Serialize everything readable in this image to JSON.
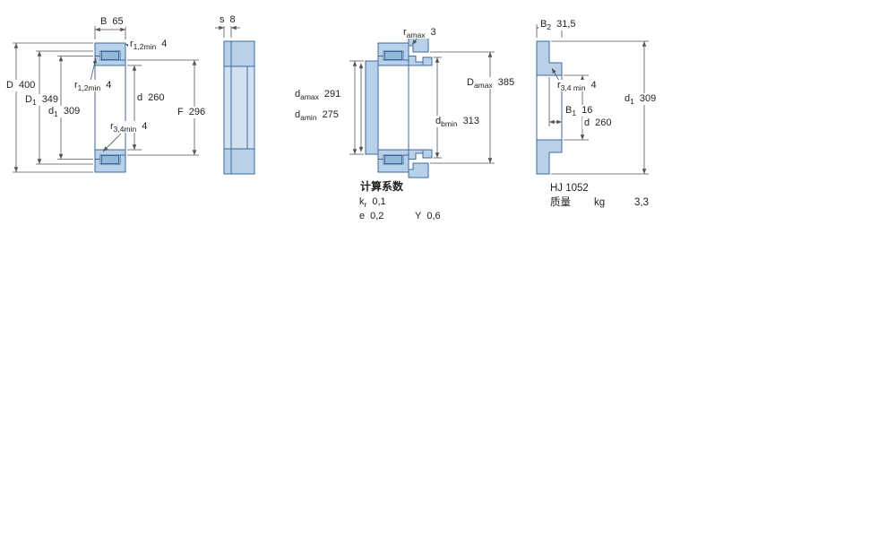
{
  "view_main": {
    "dim_B": {
      "sym": "B",
      "value": "65"
    },
    "dim_r12_top": {
      "sym": "r",
      "sub": "1,2min",
      "value": "4"
    },
    "dim_D": {
      "sym": "D",
      "value": "400"
    },
    "dim_D1": {
      "sym": "D",
      "sub": "1",
      "value": "349"
    },
    "dim_d1": {
      "sym": "d",
      "sub": "1",
      "value": "309"
    },
    "dim_r12_inner": {
      "sym": "r",
      "sub": "1,2min",
      "value": "4"
    },
    "dim_d": {
      "sym": "d",
      "value": "260"
    },
    "dim_r34": {
      "sym": "r",
      "sub": "3,4min",
      "value": "4"
    },
    "dim_F": {
      "sym": "F",
      "value": "296"
    }
  },
  "view_side": {
    "dim_s": {
      "sym": "s",
      "value": "8"
    }
  },
  "view_mounting": {
    "dim_ra": {
      "sym": "r",
      "sub": "amax",
      "value": "3"
    },
    "dim_damax": {
      "sym": "d",
      "sub": "amax",
      "value": "291"
    },
    "dim_damin": {
      "sym": "d",
      "sub": "amin",
      "value": "275"
    },
    "dim_Damax": {
      "sym": "D",
      "sub": "amax",
      "value": "385"
    },
    "dim_dbmin": {
      "sym": "d",
      "sub": "bmin",
      "value": "313"
    }
  },
  "view_hj_ring": {
    "dim_B2": {
      "sym": "B",
      "sub": "2",
      "value": "31,5"
    },
    "dim_r34": {
      "sym": "r",
      "sub": "3,4 min",
      "value": "4"
    },
    "dim_d1": {
      "sym": "d",
      "sub": "1",
      "value": "309"
    },
    "dim_B1": {
      "sym": "B",
      "sub": "1",
      "value": "16"
    },
    "dim_d": {
      "sym": "d",
      "value": "260"
    }
  },
  "calc": {
    "title": "计算系数",
    "kr": {
      "sym": "k",
      "sub": "r",
      "value": "0,1"
    },
    "e": {
      "sym": "e",
      "value": "0,2"
    },
    "Y": {
      "sym": "Y",
      "value": "0,6"
    }
  },
  "hj_info": {
    "designation": "HJ 1052",
    "mass_label": "质量",
    "mass_unit": "kg",
    "mass_value": "3,3"
  },
  "colors": {
    "bearing_fill": "#b9d1e8",
    "bearing_light": "#d2e1f0",
    "roller_fill": "#93b7d8",
    "bearing_stroke": "#3e6a9c",
    "dim_color": "#555555",
    "text_color": "#222222",
    "bg_color": "#ffffff"
  }
}
